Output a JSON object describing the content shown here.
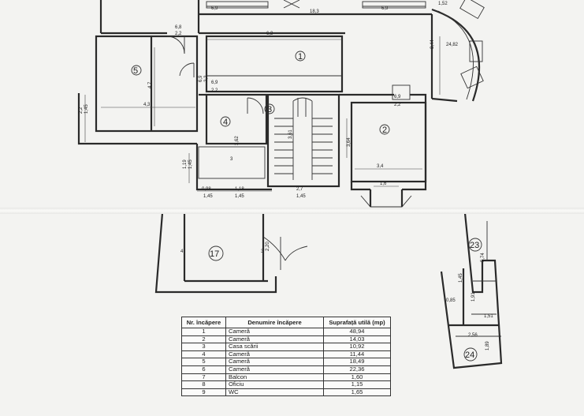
{
  "plan": {
    "room_numbers": [
      "1",
      "2",
      "3",
      "4",
      "5",
      "17",
      "23",
      "24"
    ],
    "dimensions": {
      "d_6_8": "6,8",
      "d_2_2a": "2,2",
      "d_18_3": "18,3",
      "d_6_9a": "6,9",
      "d_1_52": "1,52",
      "d_6_3": "6,3",
      "d_8_44": "8,44",
      "d_24_82": "24,82",
      "d_4_7": "4,7",
      "d_4_3": "4,3",
      "d_2_2b": "2,2",
      "d_1_45a": "1,45",
      "d_6_9b": "6,9",
      "d_2_2c": "2,2",
      "d_6_9c": "6,9",
      "d_2_2d": "2,2",
      "d_6_9d": "6,9",
      "d_2_2e": "2,2",
      "d_3_62": "3,62",
      "d_3_64": "3,64",
      "d_3_4": "3,4",
      "d_3": "3",
      "d_1_19": "1,19",
      "d_1_45b": "1,45",
      "d_1_6": "1,6",
      "d_0_98": "0,98",
      "d_1_18": "1,18",
      "d_2_7": "2,7",
      "d_1_45c": "1,45",
      "d_1_45d": "1,45",
      "d_1_45e": "1,45",
      "d_2_20": "2,20",
      "d_3b": "3",
      "d_4": "4",
      "d_0_85": "0,85",
      "d_1_51": "1,51",
      "d_2_56": "2,56",
      "d_1_89": "1,89",
      "d_1_91": "1,91",
      "d_5_74": "5,74",
      "d_1_45f": "1,45",
      "d_3_61": "3,61"
    }
  },
  "table": {
    "headers": [
      "Nr. încăpere",
      "Denumire încăpere",
      "Suprafață utilă (mp)"
    ],
    "rows": [
      {
        "nr": "1",
        "name": "Cameră",
        "area": "48,94"
      },
      {
        "nr": "2",
        "name": "Cameră",
        "area": "14,03"
      },
      {
        "nr": "3",
        "name": "Casa scării",
        "area": "10,92"
      },
      {
        "nr": "4",
        "name": "Cameră",
        "area": "11,44"
      },
      {
        "nr": "5",
        "name": "Cameră",
        "area": "18,49"
      },
      {
        "nr": "6",
        "name": "Cameră",
        "area": "22,36"
      },
      {
        "nr": "7",
        "name": "Balcon",
        "area": "1,60"
      },
      {
        "nr": "8",
        "name": "Oficiu",
        "area": "1,15"
      },
      {
        "nr": "9",
        "name": "WC",
        "area": "1,65"
      }
    ]
  }
}
